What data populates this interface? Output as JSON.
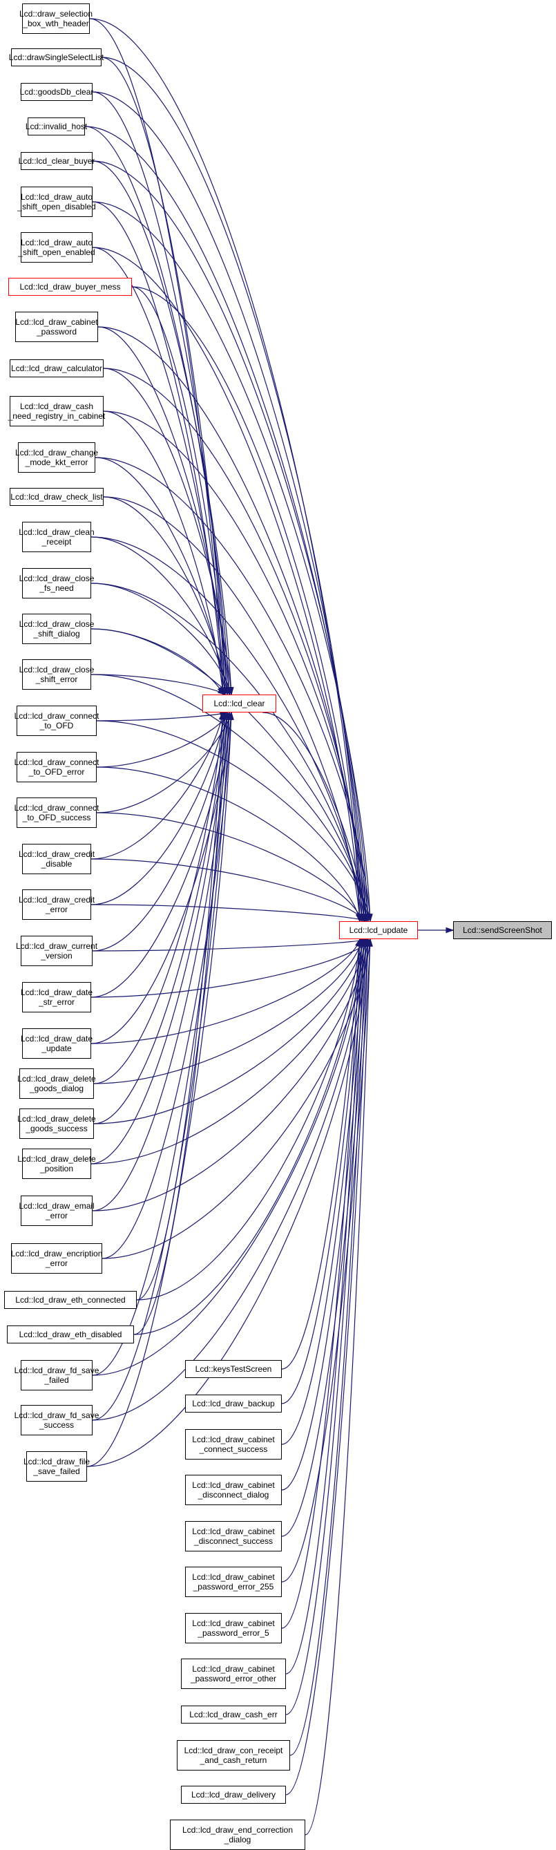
{
  "colors": {
    "edge": "#191970",
    "highlight_border": "#ff0000",
    "root_fill": "#bfbfbf",
    "node_border": "#000000"
  },
  "nodes": {
    "lcd_update": "Lcd::lcd_update",
    "lcd_clear": "Lcd::lcd_clear",
    "send_screenshot": "Lcd::sendScreenShot",
    "clear_callers": [
      "Lcd::draw_selection\n_box_wth_header",
      "Lcd::drawSingleSelectList",
      "Lcd::goodsDb_clear",
      "Lcd::invalid_host",
      "Lcd::lcd_clear_buyer",
      "Lcd::lcd_draw_auto\n_shift_open_disabled",
      "Lcd::lcd_draw_auto\n_shift_open_enabled",
      "Lcd::lcd_draw_buyer_mess",
      "Lcd::lcd_draw_cabinet\n_password",
      "Lcd::lcd_draw_calculator",
      "Lcd::lcd_draw_cash\n_need_registry_in_cabinet",
      "Lcd::lcd_draw_change\n_mode_kkt_error",
      "Lcd::lcd_draw_check_list",
      "Lcd::lcd_draw_clean\n_receipt",
      "Lcd::lcd_draw_close\n_fs_need",
      "Lcd::lcd_draw_close\n_shift_dialog",
      "Lcd::lcd_draw_close\n_shift_error",
      "Lcd::lcd_draw_connect\n_to_OFD",
      "Lcd::lcd_draw_connect\n_to_OFD_error",
      "Lcd::lcd_draw_connect\n_to_OFD_success",
      "Lcd::lcd_draw_credit\n_disable",
      "Lcd::lcd_draw_credit\n_error",
      "Lcd::lcd_draw_current\n_version",
      "Lcd::lcd_draw_date\n_str_error",
      "Lcd::lcd_draw_date\n_update",
      "Lcd::lcd_draw_delete\n_goods_dialog",
      "Lcd::lcd_draw_delete\n_goods_success",
      "Lcd::lcd_draw_delete\n_position",
      "Lcd::lcd_draw_email\n_error",
      "Lcd::lcd_draw_encription\n_error",
      "Lcd::lcd_draw_eth_connected",
      "Lcd::lcd_draw_eth_disabled",
      "Lcd::lcd_draw_fd_save\n_failed",
      "Lcd::lcd_draw_fd_save\n_success",
      "Lcd::lcd_draw_file\n_save_failed"
    ],
    "update_only_callers": [
      "Lcd::keysTestScreen",
      "Lcd::lcd_draw_backup",
      "Lcd::lcd_draw_cabinet\n_connect_success",
      "Lcd::lcd_draw_cabinet\n_disconnect_dialog",
      "Lcd::lcd_draw_cabinet\n_disconnect_success",
      "Lcd::lcd_draw_cabinet\n_password_error_255",
      "Lcd::lcd_draw_cabinet\n_password_error_5",
      "Lcd::lcd_draw_cabinet\n_password_error_other",
      "Lcd::lcd_draw_cash_err",
      "Lcd::lcd_draw_con_receipt\n_and_cash_return",
      "Lcd::lcd_draw_delivery",
      "Lcd::lcd_draw_end_correction\n_dialog"
    ]
  }
}
